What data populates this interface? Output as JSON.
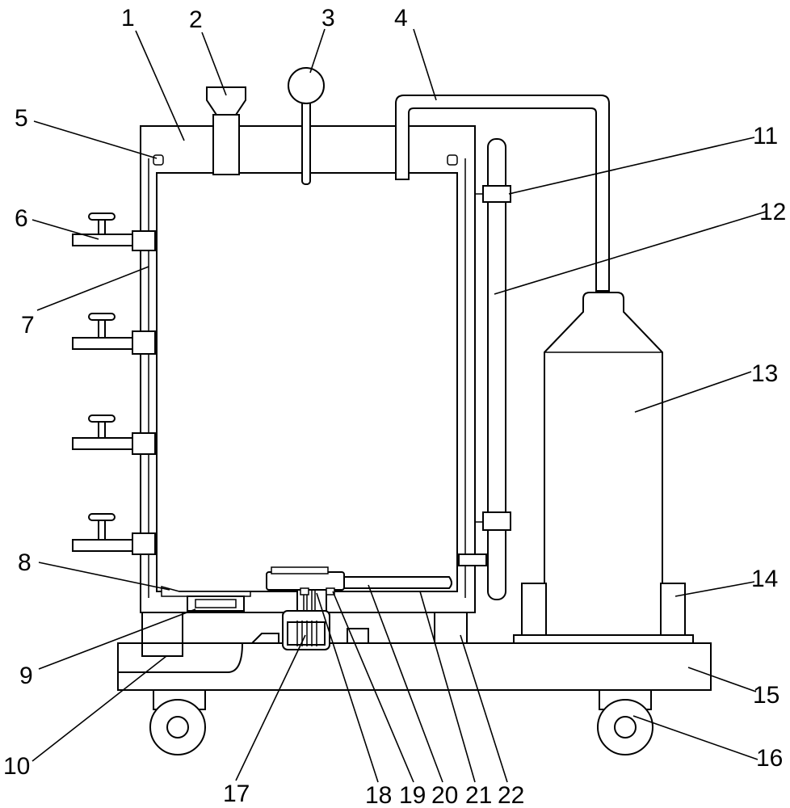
{
  "labels": [
    {
      "id": "1",
      "text": "1"
    },
    {
      "id": "2",
      "text": "2"
    },
    {
      "id": "3",
      "text": "3"
    },
    {
      "id": "4",
      "text": "4"
    },
    {
      "id": "5",
      "text": "5"
    },
    {
      "id": "6",
      "text": "6"
    },
    {
      "id": "7",
      "text": "7"
    },
    {
      "id": "8",
      "text": "8"
    },
    {
      "id": "9",
      "text": "9"
    },
    {
      "id": "10",
      "text": "10"
    },
    {
      "id": "11",
      "text": "11"
    },
    {
      "id": "12",
      "text": "12"
    },
    {
      "id": "13",
      "text": "13"
    },
    {
      "id": "14",
      "text": "14"
    },
    {
      "id": "15",
      "text": "15"
    },
    {
      "id": "16",
      "text": "16"
    },
    {
      "id": "17",
      "text": "17"
    },
    {
      "id": "18",
      "text": "18"
    },
    {
      "id": "19",
      "text": "19"
    },
    {
      "id": "20",
      "text": "20"
    },
    {
      "id": "21",
      "text": "21"
    },
    {
      "id": "22",
      "text": "22"
    }
  ],
  "colors": {
    "line": "#000000",
    "background": "#ffffff"
  }
}
